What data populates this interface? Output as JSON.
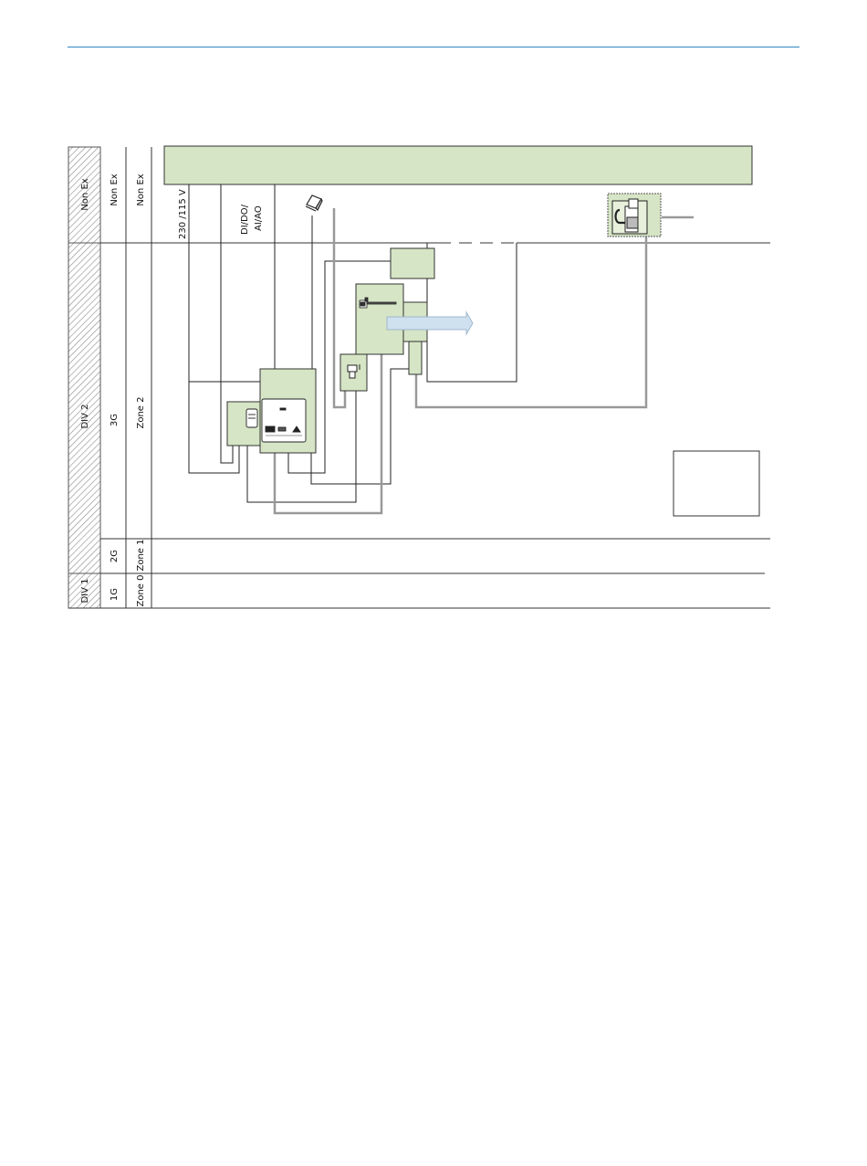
{
  "colors": {
    "header_rule": "#2f86c6",
    "box_fill": "#d6e5c5",
    "box_stroke": "#333333",
    "gray_cable": "#999999",
    "arrow_fill": "#cfe0ee",
    "arrow_stroke": "#9fb9cf",
    "hatch": "#8a8a8a"
  },
  "icons": [
    "laptop-icon",
    "evaluation-unit-icon",
    "sensor-probe-icon",
    "filter-icon",
    "control-unit-icon",
    "analyzer-module-icon"
  ],
  "zones": {
    "division": {
      "nonex": "Non Ex",
      "div2": "DIV 2",
      "div1": "DIV 1"
    },
    "gas_group": {
      "nonex": "Non Ex",
      "g3": "3G",
      "g2": "2G",
      "g1": "1G"
    },
    "zone": {
      "nonex": "Non Ex",
      "z2": "Zone 2",
      "z1": "Zone 1",
      "z0": "Zone 0"
    }
  },
  "labels": {
    "power": "230 /115 V",
    "io_line1": "DI/DO/",
    "io_line2": "AI/AO"
  }
}
